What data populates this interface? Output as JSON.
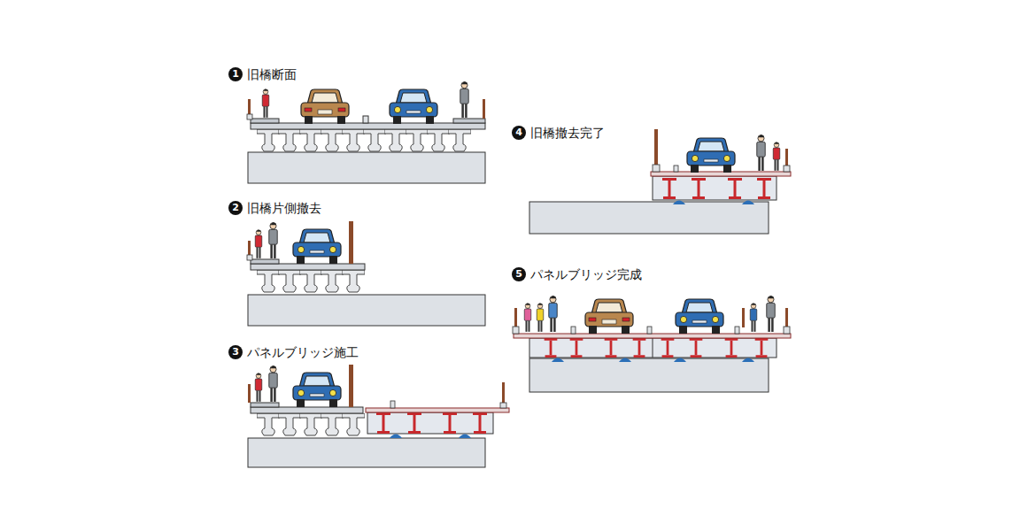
{
  "diagram": {
    "labels": [
      "1",
      "旧橋断面",
      "2",
      "旧橋片側撤去",
      "3",
      "パネルブリッジ施工",
      "4",
      "旧橋撤去完了",
      "5",
      "パネルブリッジ完成"
    ]
  }
}
